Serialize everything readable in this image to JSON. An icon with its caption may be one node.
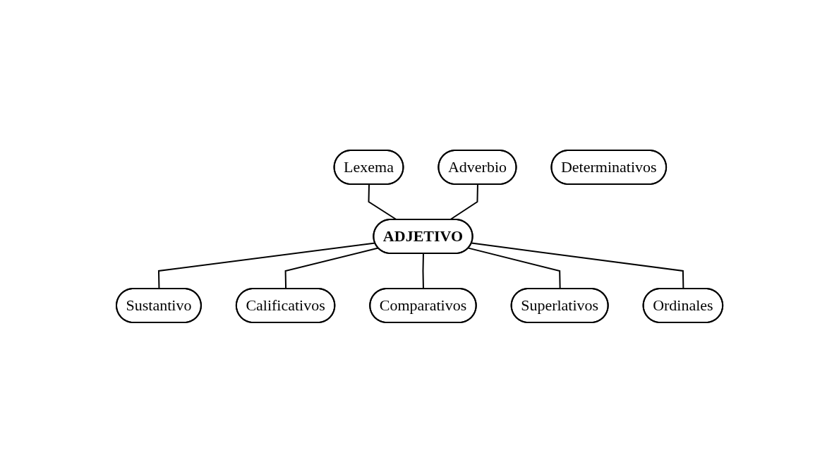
{
  "diagram": {
    "nodes": [
      {
        "text": [
          "Lexema"
        ]
      },
      {
        "text": [
          "Adverbio"
        ]
      },
      {
        "text": [
          "ADJETIVO"
        ]
      },
      {
        "text": [
          "Sustantivo"
        ]
      },
      {
        "text": [
          "Calificativos"
        ]
      },
      {
        "text": [
          "Determinativos"
        ]
      },
      {
        "text": [
          "Ordinales"
        ]
      },
      {
        "text": [
          "Comparativos"
        ]
      },
      {
        "text": [
          "Superlativos"
        ]
      }
    ],
    "edges": [
      {
        "from": 0,
        "to": 2,
        "arrow": "none"
      },
      {
        "from": 1,
        "to": 2,
        "arrow": "none"
      },
      {
        "from": 2,
        "to": 3,
        "arrow": "none"
      },
      {
        "from": 2,
        "to": 4,
        "arrow": "none"
      },
      {
        "from": 2,
        "to": 7,
        "arrow": "none"
      },
      {
        "from": 2,
        "to": 8,
        "arrow": "none"
      },
      {
        "from": 2,
        "to": 6,
        "arrow": "none"
      }
    ]
  }
}
